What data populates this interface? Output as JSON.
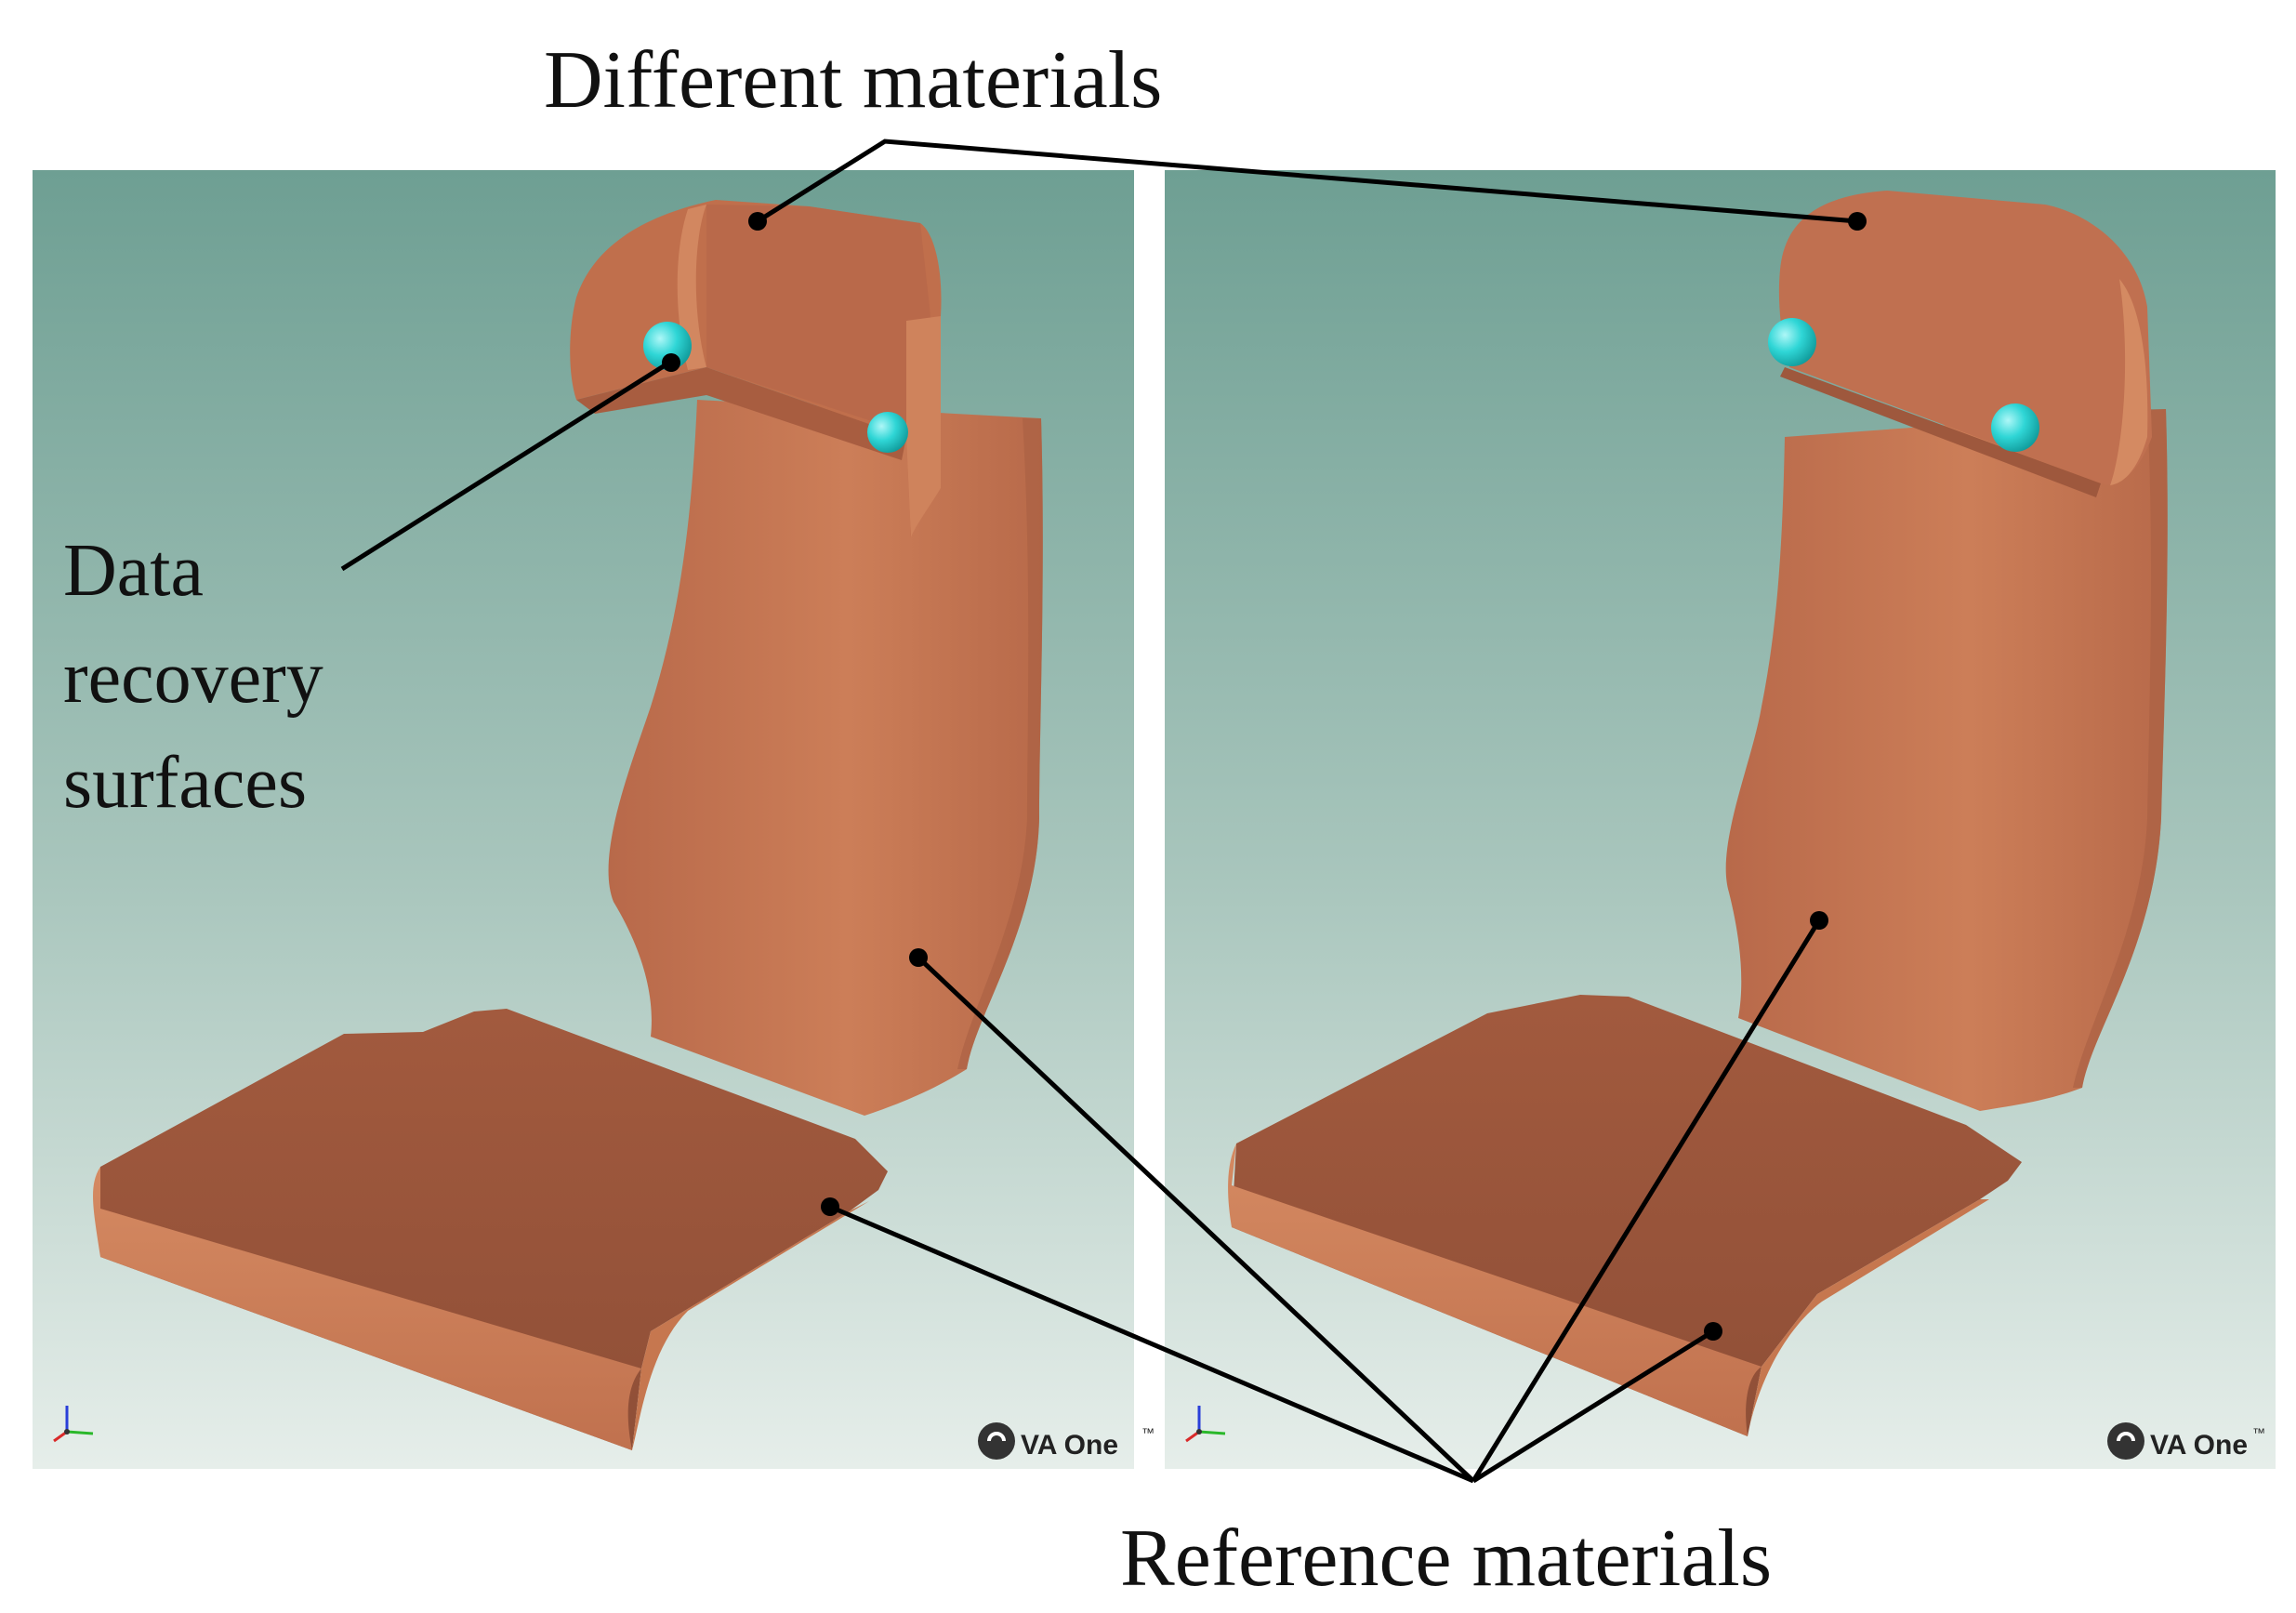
{
  "annotations": {
    "different_materials": "Different materials",
    "data_recovery": [
      "Data",
      "recovery",
      "surfaces"
    ],
    "reference_materials": "Reference materials"
  },
  "viewports": {
    "left": {
      "logo": "VA One",
      "logo_mark": "™"
    },
    "right": {
      "logo": "VA One",
      "logo_mark": "™"
    }
  },
  "colors": {
    "viewport_top": "#6e9f93",
    "viewport_bottom": "#e3ece8",
    "seat_surface": "#c87a55",
    "seat_shadow": "#a0583c",
    "sensor": "#2fd6d6",
    "leader_line": "#000000"
  },
  "icons": [
    "axis-triad-icon",
    "va-one-logo-icon"
  ]
}
